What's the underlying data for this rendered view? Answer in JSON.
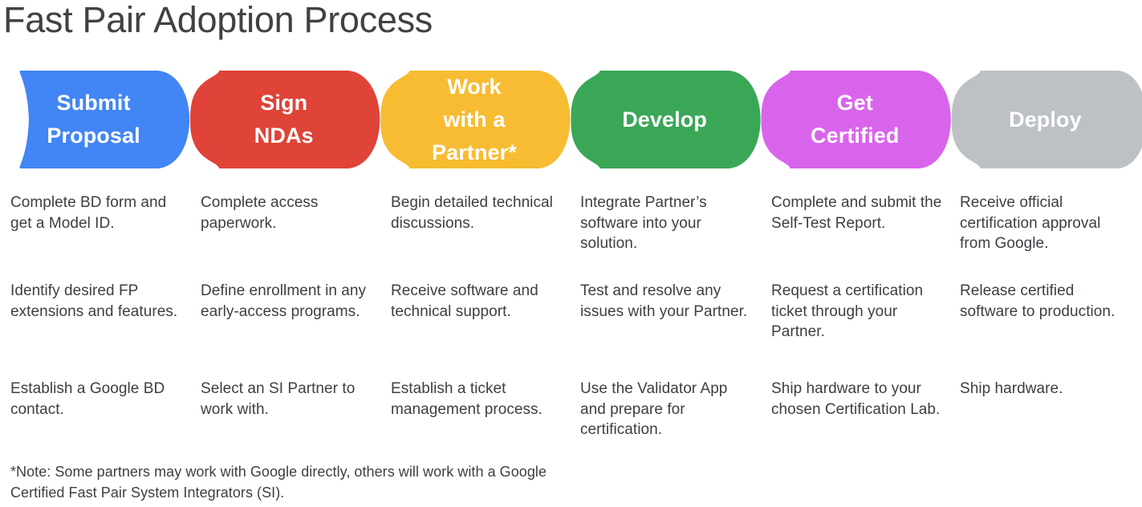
{
  "page": {
    "title": "Fast Pair Adoption Process",
    "background_color": "#ffffff",
    "title_color": "#3f4245",
    "body_text_color": "#3c4043"
  },
  "process": {
    "steps": [
      {
        "id": "submit-proposal",
        "label": "Submit Proposal",
        "label_lines": [
          "Submit",
          "Proposal"
        ],
        "color": "#4285f4",
        "text_color": "#ffffff"
      },
      {
        "id": "sign-ndas",
        "label": "Sign NDAs",
        "label_lines": [
          "Sign",
          "NDAs"
        ],
        "color": "#e04337",
        "text_color": "#ffffff"
      },
      {
        "id": "work-with-a-partner",
        "label": "Work with a Partner*",
        "label_lines": [
          "Work",
          "with a",
          "Partner*"
        ],
        "color": "#f7bc32",
        "text_color": "#ffffff"
      },
      {
        "id": "develop",
        "label": "Develop",
        "label_lines": [
          "Develop"
        ],
        "color": "#3aa757",
        "text_color": "#ffffff"
      },
      {
        "id": "get-certified",
        "label": "Get Certified",
        "label_lines": [
          "Get",
          "Certified"
        ],
        "color": "#d964ec",
        "text_color": "#ffffff"
      },
      {
        "id": "deploy",
        "label": "Deploy",
        "label_lines": [
          "Deploy"
        ],
        "color": "#bdc1c6",
        "text_color": "#ffffff"
      }
    ]
  },
  "details": {
    "columns": [
      {
        "step_id": "submit-proposal",
        "items": [
          "Complete BD form and get a Model ID.",
          "Identify desired FP extensions and features.",
          "Establish a Google BD contact."
        ]
      },
      {
        "step_id": "sign-ndas",
        "items": [
          "Complete access paperwork.",
          "Define enrollment in any early-access programs.",
          "Select an SI Partner to work with."
        ]
      },
      {
        "step_id": "work-with-a-partner",
        "items": [
          "Begin detailed technical discussions.",
          "Receive software and technical support.",
          "Establish a ticket management process."
        ]
      },
      {
        "step_id": "develop",
        "items": [
          "Integrate Partner’s software into your solution.",
          "Test and resolve any issues with your Partner.",
          "Use the Validator App and prepare for certification."
        ]
      },
      {
        "step_id": "get-certified",
        "items": [
          "Complete and submit the Self-Test Report.",
          "Request a certification ticket through your Partner.",
          "Ship hardware to your chosen Certification Lab."
        ]
      },
      {
        "step_id": "deploy",
        "items": [
          "Receive official certification approval from Google.",
          "Release certified software to production.",
          "Ship hardware."
        ]
      }
    ]
  },
  "footnote": {
    "text": "*Note: Some partners may work with Google directly, others will work with a Google Certified Fast Pair System Integrators (SI)."
  }
}
